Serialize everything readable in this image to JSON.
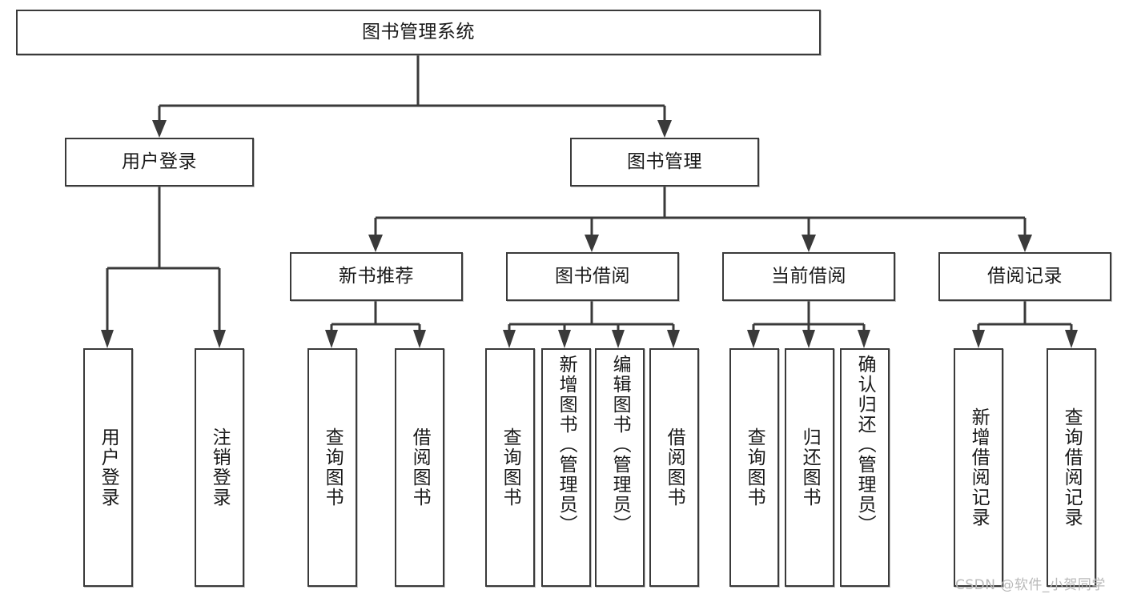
{
  "diagram": {
    "title_node": {
      "label": "图书管理系统"
    },
    "level2": [
      {
        "id": "user-login",
        "label": "用户登录"
      },
      {
        "id": "book-management",
        "label": "图书管理"
      }
    ],
    "level3": [
      {
        "id": "new-book-recommend",
        "label": "新书推荐"
      },
      {
        "id": "book-borrow",
        "label": "图书借阅"
      },
      {
        "id": "current-borrow",
        "label": "当前借阅"
      },
      {
        "id": "borrow-record",
        "label": "借阅记录"
      }
    ],
    "leaves": {
      "user_login": [
        {
          "id": "leaf-user-login",
          "label": "用户登录"
        },
        {
          "id": "leaf-logout-login",
          "label": "注销登录"
        }
      ],
      "new_book_recommend": [
        {
          "id": "leaf-query-book-1",
          "label": "查询图书"
        },
        {
          "id": "leaf-borrow-book-1",
          "label": "借阅图书"
        }
      ],
      "book_borrow": [
        {
          "id": "leaf-query-book-2",
          "label": "查询图书"
        },
        {
          "id": "leaf-add-book",
          "label": "新增图书（管理员）"
        },
        {
          "id": "leaf-edit-book",
          "label": "编辑图书（管理员）"
        },
        {
          "id": "leaf-borrow-book-2",
          "label": "借阅图书"
        }
      ],
      "current_borrow": [
        {
          "id": "leaf-query-book-3",
          "label": "查询图书"
        },
        {
          "id": "leaf-return-book",
          "label": "归还图书"
        },
        {
          "id": "leaf-confirm-return",
          "label": "确认归还（管理员）"
        }
      ],
      "borrow_record": [
        {
          "id": "leaf-add-record",
          "label": "新增借阅记录"
        },
        {
          "id": "leaf-query-record",
          "label": "查询借阅记录"
        }
      ]
    },
    "watermark": "CSDN @软件_小贺同学",
    "colors": {
      "stroke": "#3a3a3a",
      "text": "#1a1a1a",
      "background": "#ffffff",
      "watermark": "#b9b9b9"
    }
  }
}
